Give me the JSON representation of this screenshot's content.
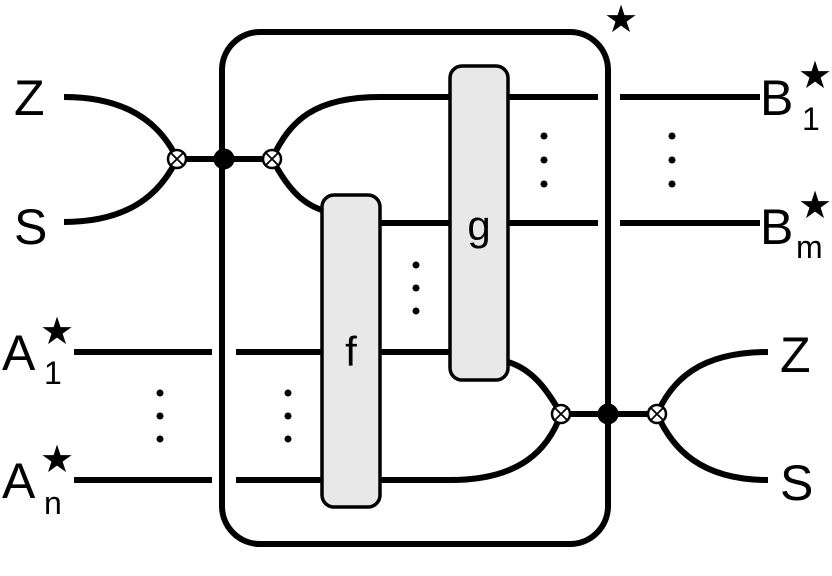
{
  "boxes": {
    "f": "f",
    "g": "g"
  },
  "outer_star": "★",
  "left_labels": {
    "z": "Z",
    "s": "S",
    "a1": {
      "base": "A",
      "sub": "1",
      "star": "★"
    },
    "an": {
      "base": "A",
      "sub": "n",
      "star": "★"
    }
  },
  "right_labels": {
    "b1": {
      "base": "B",
      "sub": "1",
      "star": "★"
    },
    "bm": {
      "base": "B",
      "sub": "m",
      "star": "★"
    },
    "z": "Z",
    "s": "S"
  },
  "colors": {
    "stroke": "#000000",
    "box_fill": "#e8e8e8",
    "background": "#ffffff"
  }
}
